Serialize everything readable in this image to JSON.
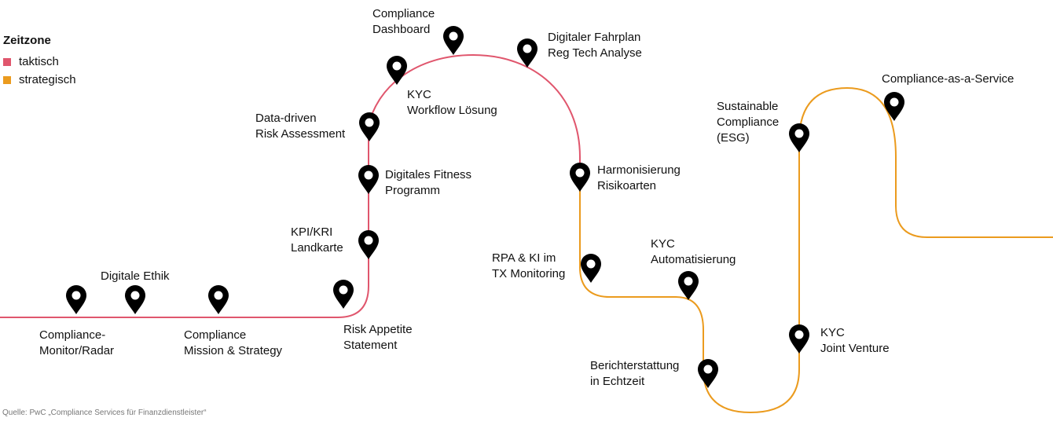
{
  "legend": {
    "title": "Zeitzone",
    "items": [
      {
        "label": "taktisch",
        "color": "#e0566d"
      },
      {
        "label": "strategisch",
        "color": "#eb9b1e"
      }
    ]
  },
  "milestones": [
    {
      "label": "Compliance-\nMonitor/Radar",
      "zone": "taktisch"
    },
    {
      "label": "Digitale Ethik",
      "zone": "taktisch"
    },
    {
      "label": "Compliance\nMission & Strategy",
      "zone": "taktisch"
    },
    {
      "label": "Risk Appetite\nStatement",
      "zone": "taktisch"
    },
    {
      "label": "KPI/KRI\nLandkarte",
      "zone": "taktisch"
    },
    {
      "label": "Digitales Fitness\nProgramm",
      "zone": "taktisch"
    },
    {
      "label": "Data-driven\nRisk Assessment",
      "zone": "taktisch"
    },
    {
      "label": "KYC\nWorkflow Lösung",
      "zone": "taktisch"
    },
    {
      "label": "Compliance\nDashboard",
      "zone": "taktisch"
    },
    {
      "label": "Digitaler Fahrplan\nReg Tech Analyse",
      "zone": "taktisch"
    },
    {
      "label": "Harmonisierung\nRisikoarten",
      "zone": "taktisch"
    },
    {
      "label": "RPA & KI im\nTX Monitoring",
      "zone": "strategisch"
    },
    {
      "label": "KYC\nAutomatisierung",
      "zone": "strategisch"
    },
    {
      "label": "Berichterstattung\nin Echtzeit",
      "zone": "strategisch"
    },
    {
      "label": "KYC\nJoint Venture",
      "zone": "strategisch"
    },
    {
      "label": "Sustainable\nCompliance\n(ESG)",
      "zone": "strategisch"
    },
    {
      "label": "Compliance-as-a-Service",
      "zone": "strategisch"
    }
  ],
  "colors": {
    "pin": "#000000",
    "line_taktisch": "#e0566d",
    "line_strategisch": "#eb9b1e"
  },
  "source": "Quelle: PwC „Compliance Services für Finanzdienstleister“"
}
